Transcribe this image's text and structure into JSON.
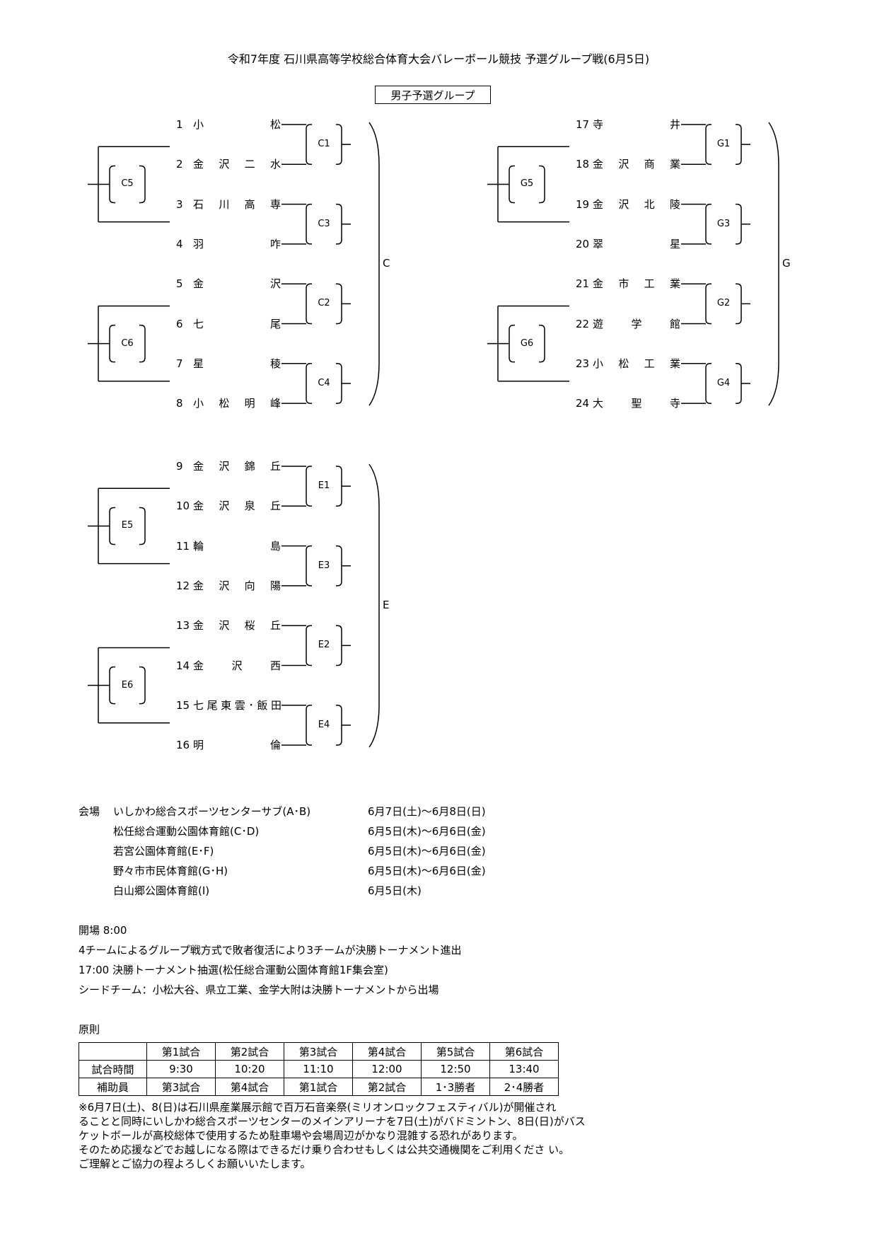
{
  "title": "令和7年度 石川県高等学校総合体育大会バレーボール競技 予選グループ戦(6月5日)",
  "group_label": "男子予選グループ",
  "groups": [
    {
      "letter": "C",
      "labels": [
        "C1",
        "C3",
        "C2",
        "C4",
        "C5",
        "C6"
      ],
      "teams": [
        {
          "no": "1",
          "name": "小松"
        },
        {
          "no": "2",
          "name": "金沢二水"
        },
        {
          "no": "3",
          "name": "石川高専"
        },
        {
          "no": "4",
          "name": "羽咋"
        },
        {
          "no": "5",
          "name": "金沢"
        },
        {
          "no": "6",
          "name": "七尾"
        },
        {
          "no": "7",
          "name": "星稜"
        },
        {
          "no": "8",
          "name": "小松明峰"
        }
      ]
    },
    {
      "letter": "G",
      "labels": [
        "G1",
        "G3",
        "G2",
        "G4",
        "G5",
        "G6"
      ],
      "teams": [
        {
          "no": "17",
          "name": "寺井"
        },
        {
          "no": "18",
          "name": "金沢商業"
        },
        {
          "no": "19",
          "name": "金沢北陵"
        },
        {
          "no": "20",
          "name": "翠星"
        },
        {
          "no": "21",
          "name": "金市工業"
        },
        {
          "no": "22",
          "name": "遊学館"
        },
        {
          "no": "23",
          "name": "小松工業"
        },
        {
          "no": "24",
          "name": "大聖寺"
        }
      ]
    },
    {
      "letter": "E",
      "labels": [
        "E1",
        "E3",
        "E2",
        "E4",
        "E5",
        "E6"
      ],
      "teams": [
        {
          "no": "9",
          "name": "金沢錦丘"
        },
        {
          "no": "10",
          "name": "金沢泉丘"
        },
        {
          "no": "11",
          "name": "輪島"
        },
        {
          "no": "12",
          "name": "金沢向陽"
        },
        {
          "no": "13",
          "name": "金沢桜丘"
        },
        {
          "no": "14",
          "name": "金沢西"
        },
        {
          "no": "15",
          "name": "七尾東雲･飯田"
        },
        {
          "no": "16",
          "name": "明倫"
        }
      ]
    }
  ],
  "venues": {
    "heading": "会場",
    "rows": [
      {
        "place": "いしかわ総合スポーツセンターサブ(A･B)",
        "dates": "6月7日(土)～6月8日(日)"
      },
      {
        "place": "松任総合運動公園体育館(C･D)",
        "dates": "6月5日(木)～6月6日(金)"
      },
      {
        "place": "若宮公園体育館(E･F)",
        "dates": "6月5日(木)～6月6日(金)"
      },
      {
        "place": "野々市市民体育館(G･H)",
        "dates": "6月5日(木)～6月6日(金)"
      },
      {
        "place": "白山郷公園体育館(I)",
        "dates": "6月5日(木)"
      }
    ]
  },
  "notes": [
    "開場 8:00",
    "4チームによるグループ戦方式で敗者復活により3チームが決勝トーナメント進出",
    "17:00 決勝トーナメント抽選(松任総合運動公園体育館1F集会室)",
    "シードチーム：小松大谷、県立工業、金学大附は決勝トーナメントから出場"
  ],
  "schedule": {
    "heading": "原則",
    "columns": [
      "第1試合",
      "第2試合",
      "第3試合",
      "第4試合",
      "第5試合",
      "第6試合"
    ],
    "rows": [
      {
        "label": "試合時間",
        "cells": [
          "9:30",
          "10:20",
          "11:10",
          "12:00",
          "12:50",
          "13:40"
        ]
      },
      {
        "label": "補助員",
        "cells": [
          "第3試合",
          "第4試合",
          "第1試合",
          "第2試合",
          "1･3勝者",
          "2･4勝者"
        ]
      }
    ]
  },
  "remarks": [
    "※6月7日(土)、8(日)は石川県産業展示館で百万石音楽祭(ミリオンロックフェスティバル)が開催され",
    "ることと同時にいしかわ総合スポーツセンターのメインアリーナを7日(土)がバドミントン、8日(日)がバス",
    "ケットボールが高校総体で使用するため駐車場や会場周辺がかなり混雑する恐れがあります。",
    "そのため応援などでお越しになる際はできるだけ乗り合わせもしくは公共交通機関をご利用くださ い。",
    "ご理解とご協力の程よろしくお願いいたします。"
  ]
}
